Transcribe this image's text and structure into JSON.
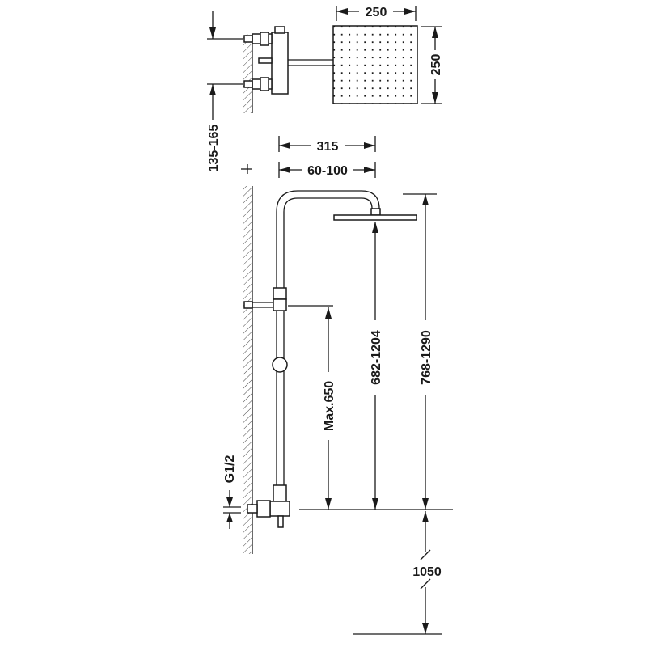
{
  "dimensions": {
    "head_width": "250",
    "head_depth": "250",
    "wall_offset_range": "135-165",
    "arm_length": "315",
    "arm_projection_range": "60-100",
    "hand_shower_max": "Max.650",
    "head_height_range": "682-1204",
    "overall_height_range": "768-1290",
    "inlet_thread": "G1/2",
    "floor_to_inlet": "1050"
  },
  "colors": {
    "line": "#1a1a1a",
    "background": "#ffffff"
  }
}
